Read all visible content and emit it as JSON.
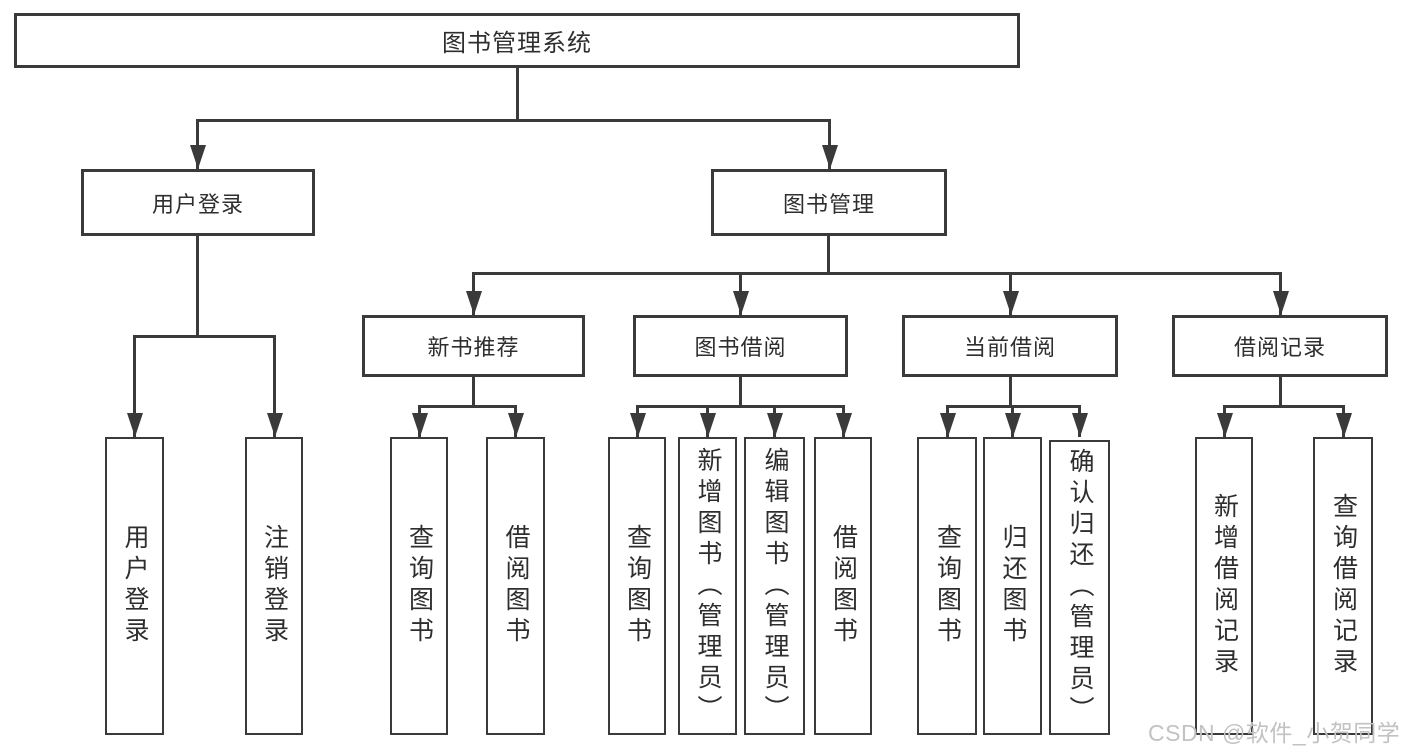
{
  "diagram": {
    "root": {
      "label": "图书管理系统"
    },
    "level2": [
      {
        "label": "用户登录"
      },
      {
        "label": "图书管理"
      }
    ],
    "level3": [
      {
        "label": "新书推荐"
      },
      {
        "label": "图书借阅"
      },
      {
        "label": "当前借阅"
      },
      {
        "label": "借阅记录"
      }
    ],
    "leaves": {
      "user_login": [
        {
          "label": "用户登录"
        },
        {
          "label": "注销登录"
        }
      ],
      "new_book_rec": [
        {
          "label": "查询图书"
        },
        {
          "label": "借阅图书"
        }
      ],
      "book_borrow": [
        {
          "label": "查询图书"
        },
        {
          "label": "新增图书（管理员）"
        },
        {
          "label": "编辑图书（管理员）"
        },
        {
          "label": "借阅图书"
        }
      ],
      "current_borrow": [
        {
          "label": "查询图书"
        },
        {
          "label": "归还图书"
        },
        {
          "label": "确认归还（管理员）"
        }
      ],
      "borrow_records": [
        {
          "label": "新增借阅记录"
        },
        {
          "label": "查询借阅记录"
        }
      ]
    },
    "watermark": "CSDN @软件_小贺同学",
    "colors": {
      "line": "#3a3a3a",
      "text": "#2e2e2e",
      "background": "#ffffff",
      "watermark": "#c2c2c2"
    }
  }
}
